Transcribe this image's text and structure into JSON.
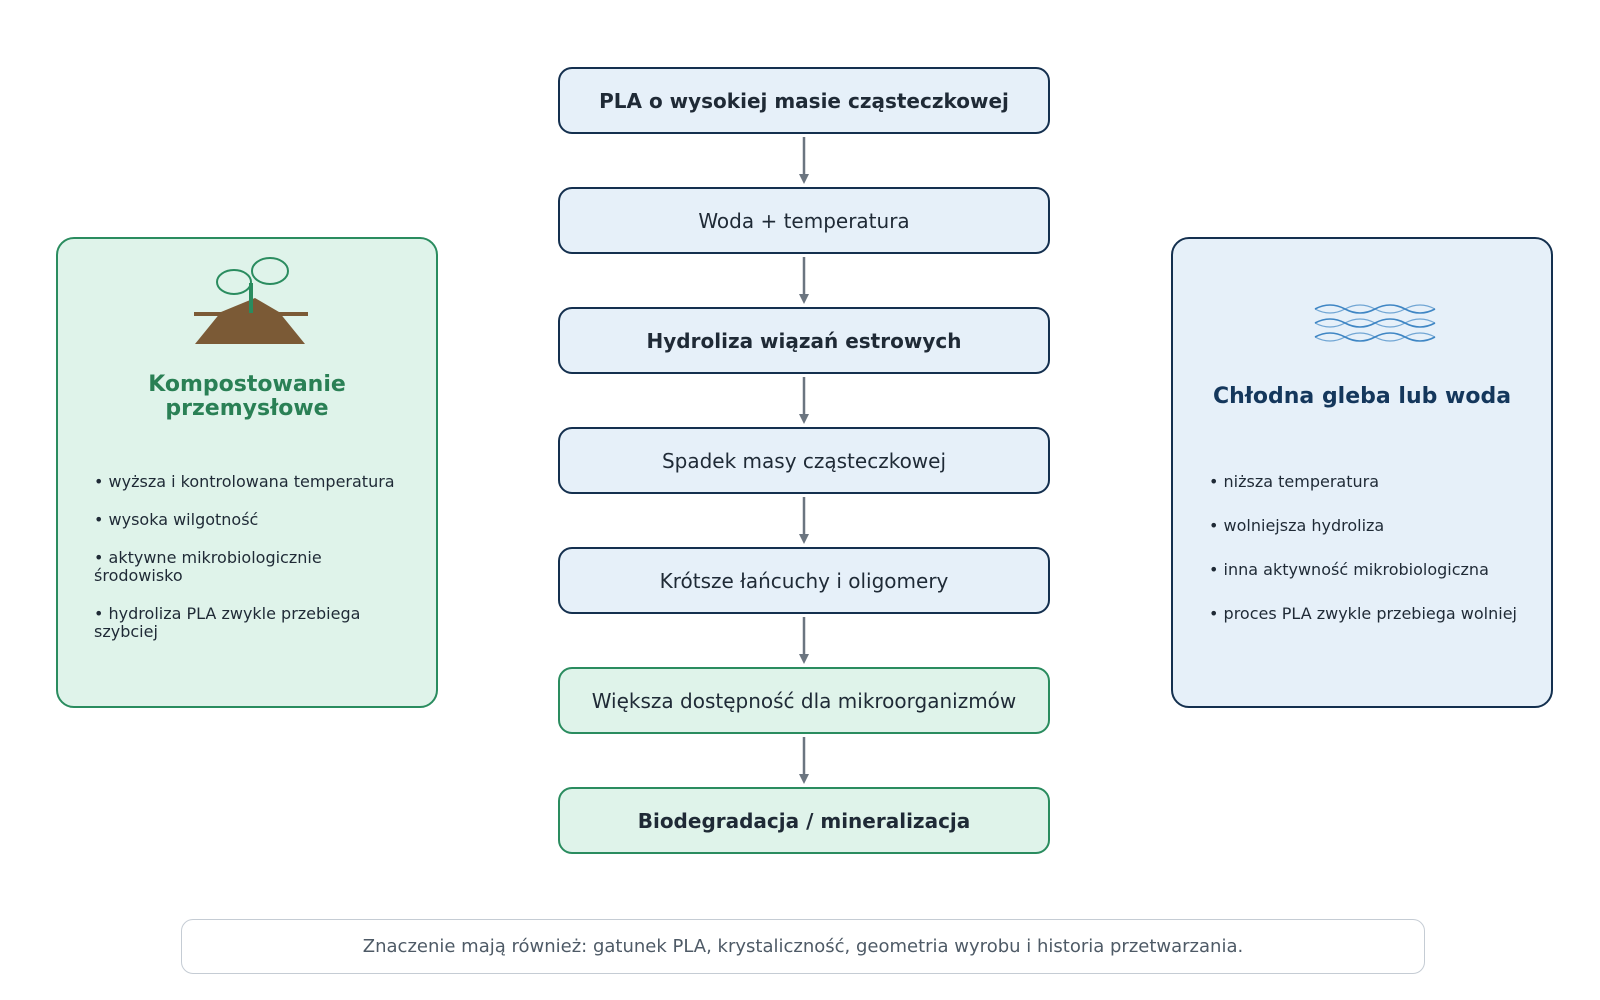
{
  "flow": {
    "steps": [
      "PLA o wysokiej masie cząsteczkowej",
      "Woda + temperatura",
      "Hydroliza wiązań estrowych",
      "Spadek masy cząsteczkowej",
      "Krótsze łańcuchy i oligomery",
      "Większa dostępność dla mikroorganizmów",
      "Biodegradacja / mineralizacja"
    ]
  },
  "left_panel": {
    "icon": "compost-pile-sprout-icon",
    "title_line1": "Kompostowanie",
    "title_line2": "przemysłowe",
    "bullets": [
      "wyższa i kontrolowana temperatura",
      "wysoka wilgotność",
      "aktywne mikrobiologicznie środowisko",
      "hydroliza PLA zwykle przebiega szybciej"
    ]
  },
  "right_panel": {
    "icon": "water-waves-icon",
    "title": "Chłodna gleba lub woda",
    "bullets": [
      "niższa temperatura",
      "wolniejsza hydroliza",
      "inna aktywność mikrobiologiczna",
      "proces PLA zwykle przebiega wolniej"
    ]
  },
  "footer": {
    "note": "Znaczenie mają również: gatunek PLA, krystaliczność, geometria wyrobu i historia przetwarzania."
  },
  "colors": {
    "blue_border": "#14304f",
    "blue_fill": "#e6f0f9",
    "green_border": "#2a8c5f",
    "green_fill": "#dff3ea",
    "arrow": "#6b7580"
  }
}
